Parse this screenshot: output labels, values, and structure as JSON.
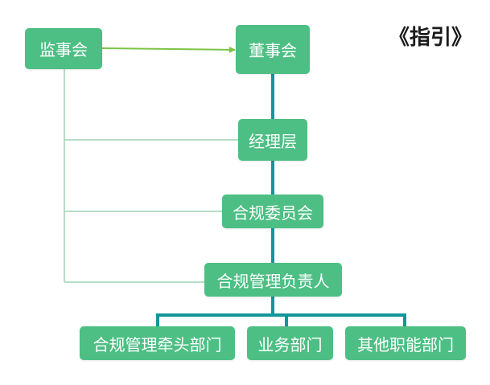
{
  "header": {
    "guide_label": "《指引》"
  },
  "nodes": {
    "supervisory_board": "监事会",
    "board_of_directors": "董事会",
    "management": "经理层",
    "compliance_committee": "合规委员会",
    "compliance_officer": "合规管理负责人",
    "compliance_lead_dept": "合规管理牵头部门",
    "business_dept": "业务部门",
    "other_functional_dept": "其他职能部门"
  },
  "colors": {
    "node_fill": "#4dbf84",
    "node_text": "#ffffff",
    "main_connector": "#11969b",
    "supervision_connector": "#9fd4b3",
    "arrow": "#7cc446"
  }
}
